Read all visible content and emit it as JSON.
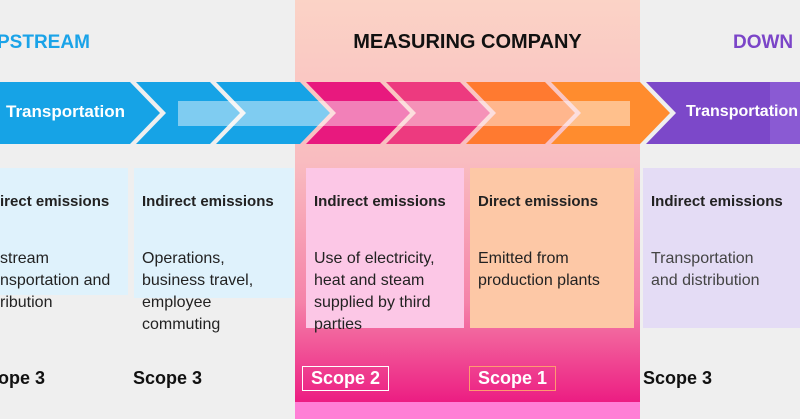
{
  "headers": {
    "upstream": "PSTREAM",
    "company": "MEASURING COMPANY",
    "downstream": "DOWN"
  },
  "transport": {
    "left": "Transportation",
    "right": "Transportation"
  },
  "cards": [
    {
      "title": "irect emissions",
      "text": "stream\nnsportation and\nribution"
    },
    {
      "title": "Indirect emissions",
      "text": "Operations,\nbusiness travel,\nemployee\ncommuting"
    },
    {
      "title": "Indirect emissions",
      "text": "Use of electricity,\nheat and steam\nsupplied by third\nparties"
    },
    {
      "title": "Direct emissions",
      "text": "Emitted from\nproduction plants"
    },
    {
      "title": "Indirect emissions",
      "text": "Transportation\nand  distribution"
    }
  ],
  "scopes": [
    "ope 3",
    "Scope 3",
    "Scope 2",
    "Scope 1",
    "Scope 3"
  ],
  "colors": {
    "upstream": "#16a3e6",
    "company_pink": "#e8197e",
    "company_orange": "#ff8a2a",
    "downstream": "#7c48c9"
  }
}
